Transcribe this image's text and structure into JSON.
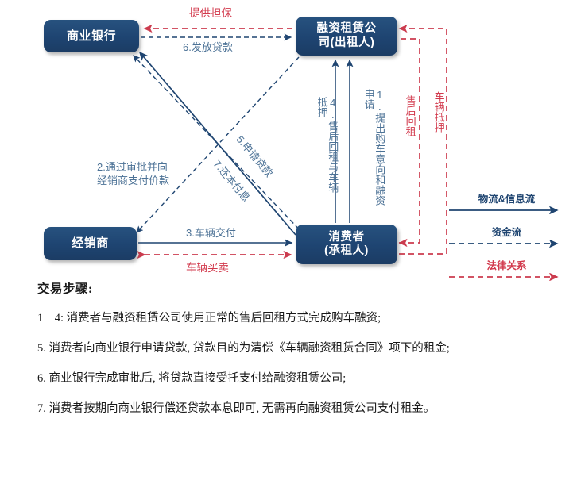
{
  "diagram": {
    "nodes": {
      "bank": "商业银行",
      "lessor": "融资租赁公\n司(出租人)",
      "dealer": "经销商",
      "consumer": "消费者\n(承租人)"
    },
    "edge_labels": {
      "guarantee": "提供担保",
      "loan_disburse": "6.发放贷款",
      "step2": "2.通过审批并向经销商支付价款",
      "step5": "5.申请贷款",
      "step7": "7.还本付息",
      "step3": "3.车辆交付",
      "vehicle_sale": "车辆买卖",
      "step4": "4.售后回租与车辆抵押",
      "step1": "1.提出购车意向和融资申请",
      "leaseback": "售后回租",
      "vehicle_pledge": "车辆抵押"
    },
    "colors": {
      "node_fill": "#1E4471",
      "navy_line": "#1F4571",
      "navy_label": "#4C7296",
      "red_line": "#CC3B4E",
      "red_label": "#D2394C"
    }
  },
  "legend": {
    "items": [
      {
        "label": "物流&信息流",
        "style": "solid",
        "color": "#1F4571"
      },
      {
        "label": "资金流",
        "style": "dashed",
        "color": "#1F4571"
      },
      {
        "label": "法律关系",
        "style": "dashed",
        "color": "#CC3B4E"
      }
    ]
  },
  "caption": {
    "title": "交易步骤:",
    "paragraphs": [
      "1－4: 消费者与融资租赁公司使用正常的售后回租方式完成购车融资;",
      "5. 消费者向商业银行申请贷款, 贷款目的为清偿《车辆融资租赁合同》项下的租金;",
      "6. 商业银行完成审批后, 将贷款直接受托支付给融资租赁公司;",
      "7. 消费者按期向商业银行偿还贷款本息即可, 无需再向融资租赁公司支付租金。"
    ]
  }
}
